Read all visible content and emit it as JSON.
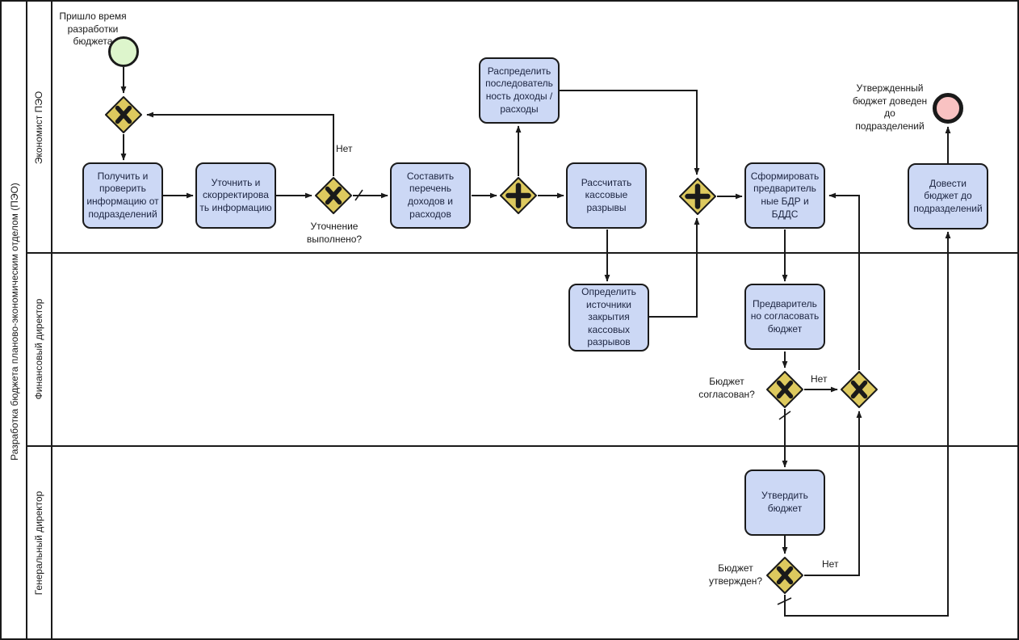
{
  "pool": {
    "title": "Разработка бюджета планово-экономическим отделом (ПЭО)"
  },
  "lanes": [
    {
      "label": "Экономист ПЭО"
    },
    {
      "label": "Финансовый директор"
    },
    {
      "label": "Генеральный директор"
    }
  ],
  "events": {
    "start": {
      "type": "start-event",
      "label": "Пришло время\nразработки\nбюджета"
    },
    "end": {
      "type": "end-event",
      "label": "Утвержденный\nбюджет доведен\nдо\nподразделений"
    }
  },
  "tasks": [
    {
      "label": "Получить и\nпроверить\nинформацию от\nподразделений"
    },
    {
      "label": "Уточнить и\nскорректирова\nть информацию"
    },
    {
      "label": "Составить\nперечень\nдоходов и\nрасходов"
    },
    {
      "label": "Распределить\nпоследователь\nность доходы /\nрасходы"
    },
    {
      "label": "Рассчитать\nкассовые\nразрывы"
    },
    {
      "label": "Сформировать\nпредваритель\nные БДР и\nБДДС"
    },
    {
      "label": "Довести\nбюджет до\nподразделений"
    },
    {
      "label": "Определить\nисточники\nзакрытия\nкассовых\nразрывов"
    },
    {
      "label": "Предваритель\nно согласовать\nбюджет"
    },
    {
      "label": "Утвердить\nбюджет"
    }
  ],
  "gateways": [
    {
      "type": "exclusive",
      "label": ""
    },
    {
      "type": "exclusive",
      "label": "Уточнение\nвыполнено?"
    },
    {
      "type": "parallel",
      "label": ""
    },
    {
      "type": "parallel",
      "label": ""
    },
    {
      "type": "exclusive",
      "label": "Бюджет\nсогласован?"
    },
    {
      "type": "exclusive",
      "label": ""
    },
    {
      "type": "exclusive",
      "label": "Бюджет\nутвержден?"
    }
  ],
  "edge_labels": [
    {
      "text": "Нет"
    },
    {
      "text": "Нет"
    },
    {
      "text": "Нет"
    }
  ],
  "colors": {
    "task_fill": "#ccd8f5",
    "task_text": "#1c2440",
    "gateway_fill": "#ddc95e",
    "start_fill": "#ddf5cc",
    "end_fill": "#f9c2c2",
    "stroke": "#1a1a1a",
    "background": "#ffffff"
  }
}
